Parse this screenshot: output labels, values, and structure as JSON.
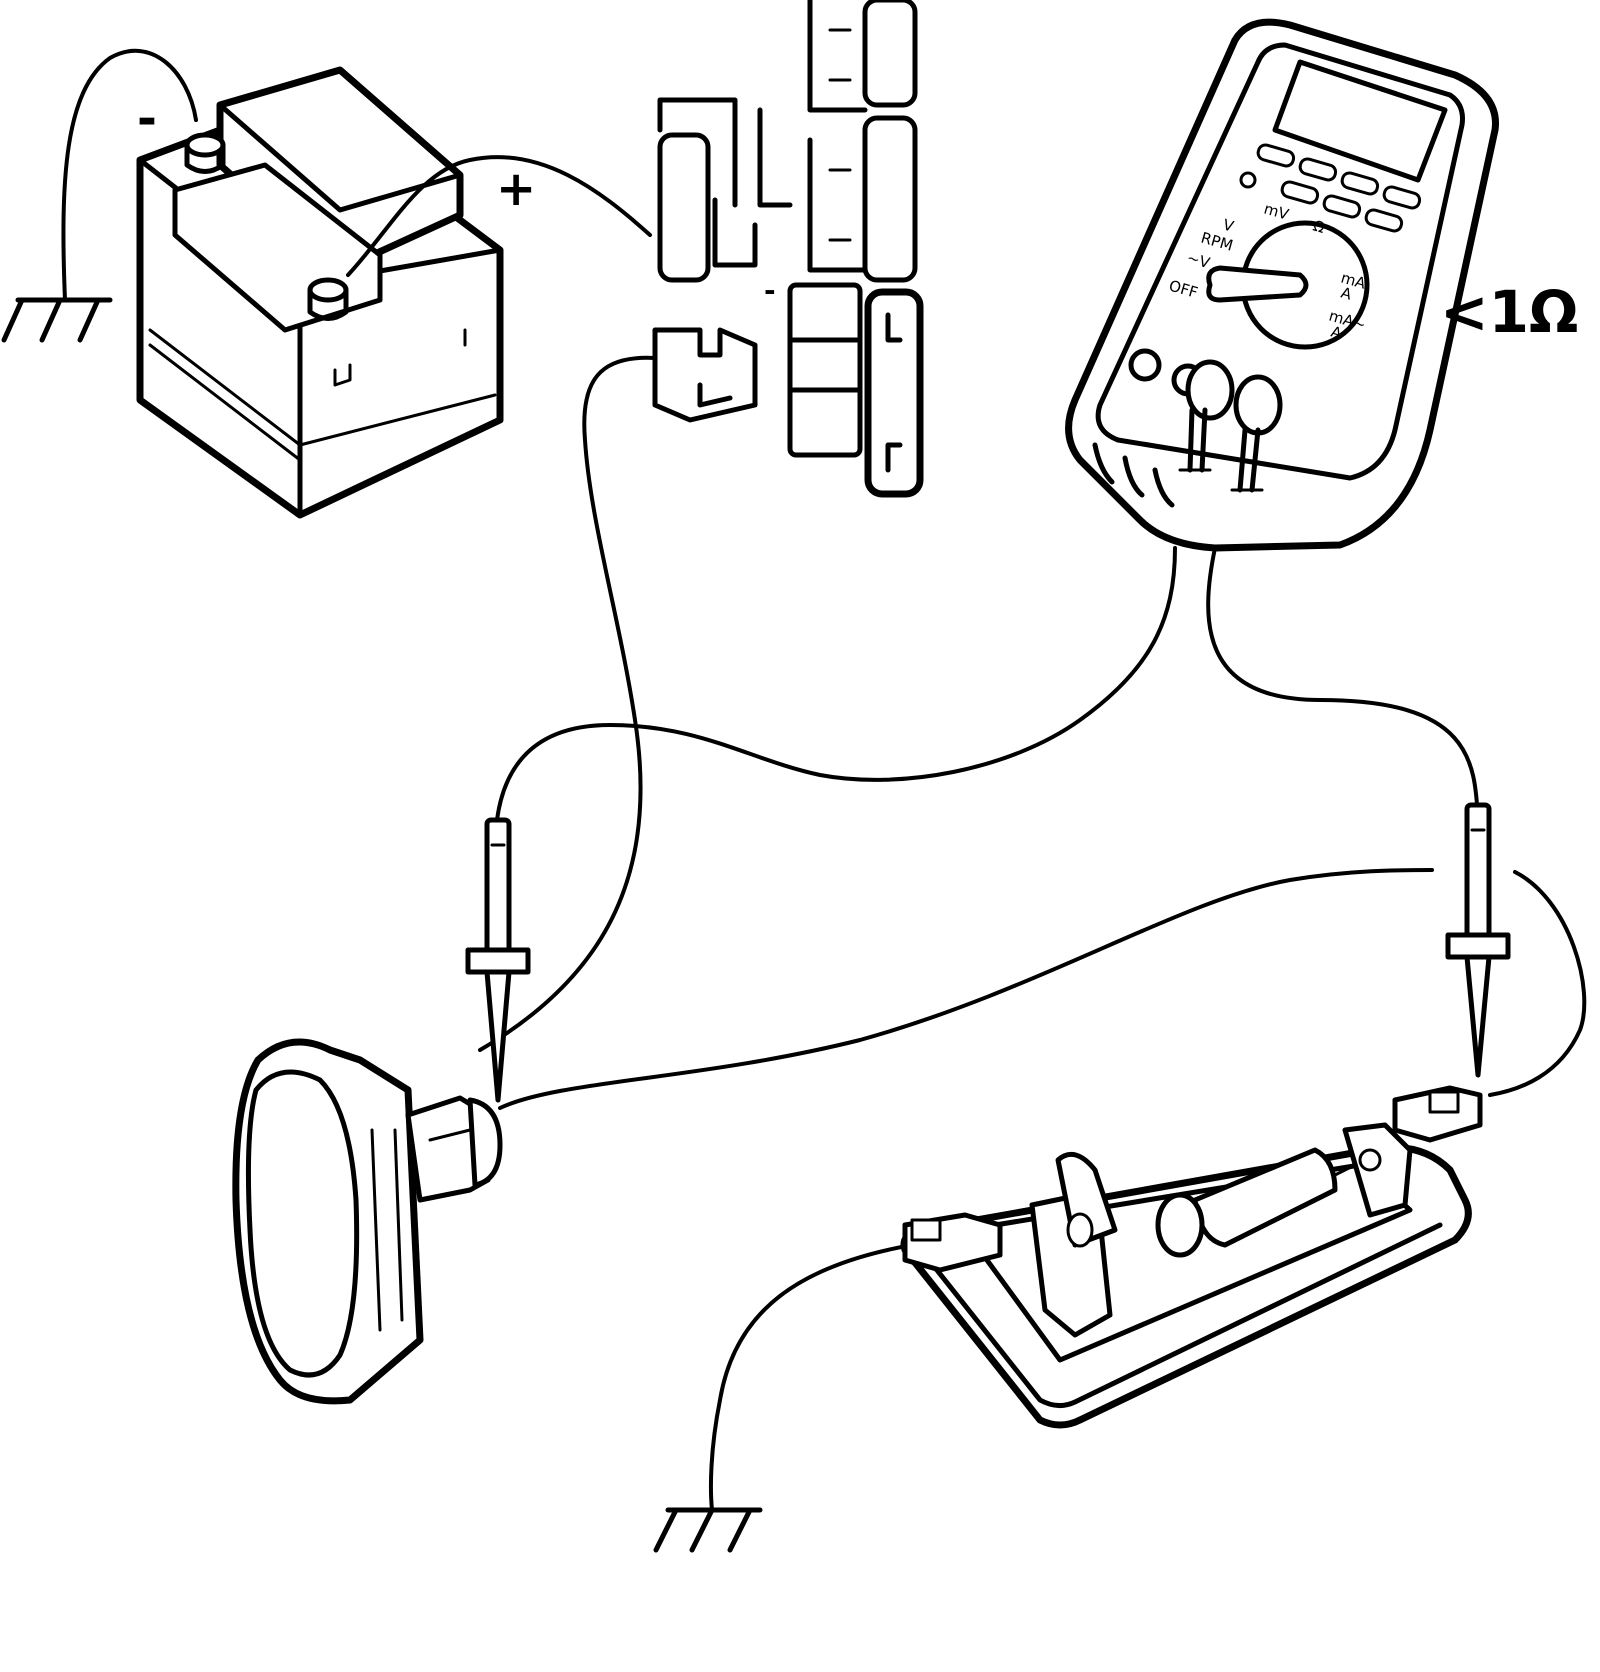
{
  "battery": {
    "negative_symbol": "-",
    "positive_symbol": "+"
  },
  "multimeter": {
    "reading": "<1Ω",
    "dial_labels": {
      "dc_volts": "V",
      "rpm": "RPM",
      "millivolts": "mV",
      "continuity_ohms": "Ω",
      "ac_volts": "~V",
      "off": "OFF",
      "ma_a_dc": "mA",
      "a_dc": "A",
      "ma_a_ac": "mA~",
      "a_ac": "A"
    }
  },
  "fuse_box": {
    "marker": "-"
  },
  "icons": [
    "ground-symbol-icon",
    "battery-icon",
    "fuse-box-icon",
    "multimeter-icon",
    "test-probe-icon",
    "switch-icon",
    "lamp-housing-icon"
  ]
}
